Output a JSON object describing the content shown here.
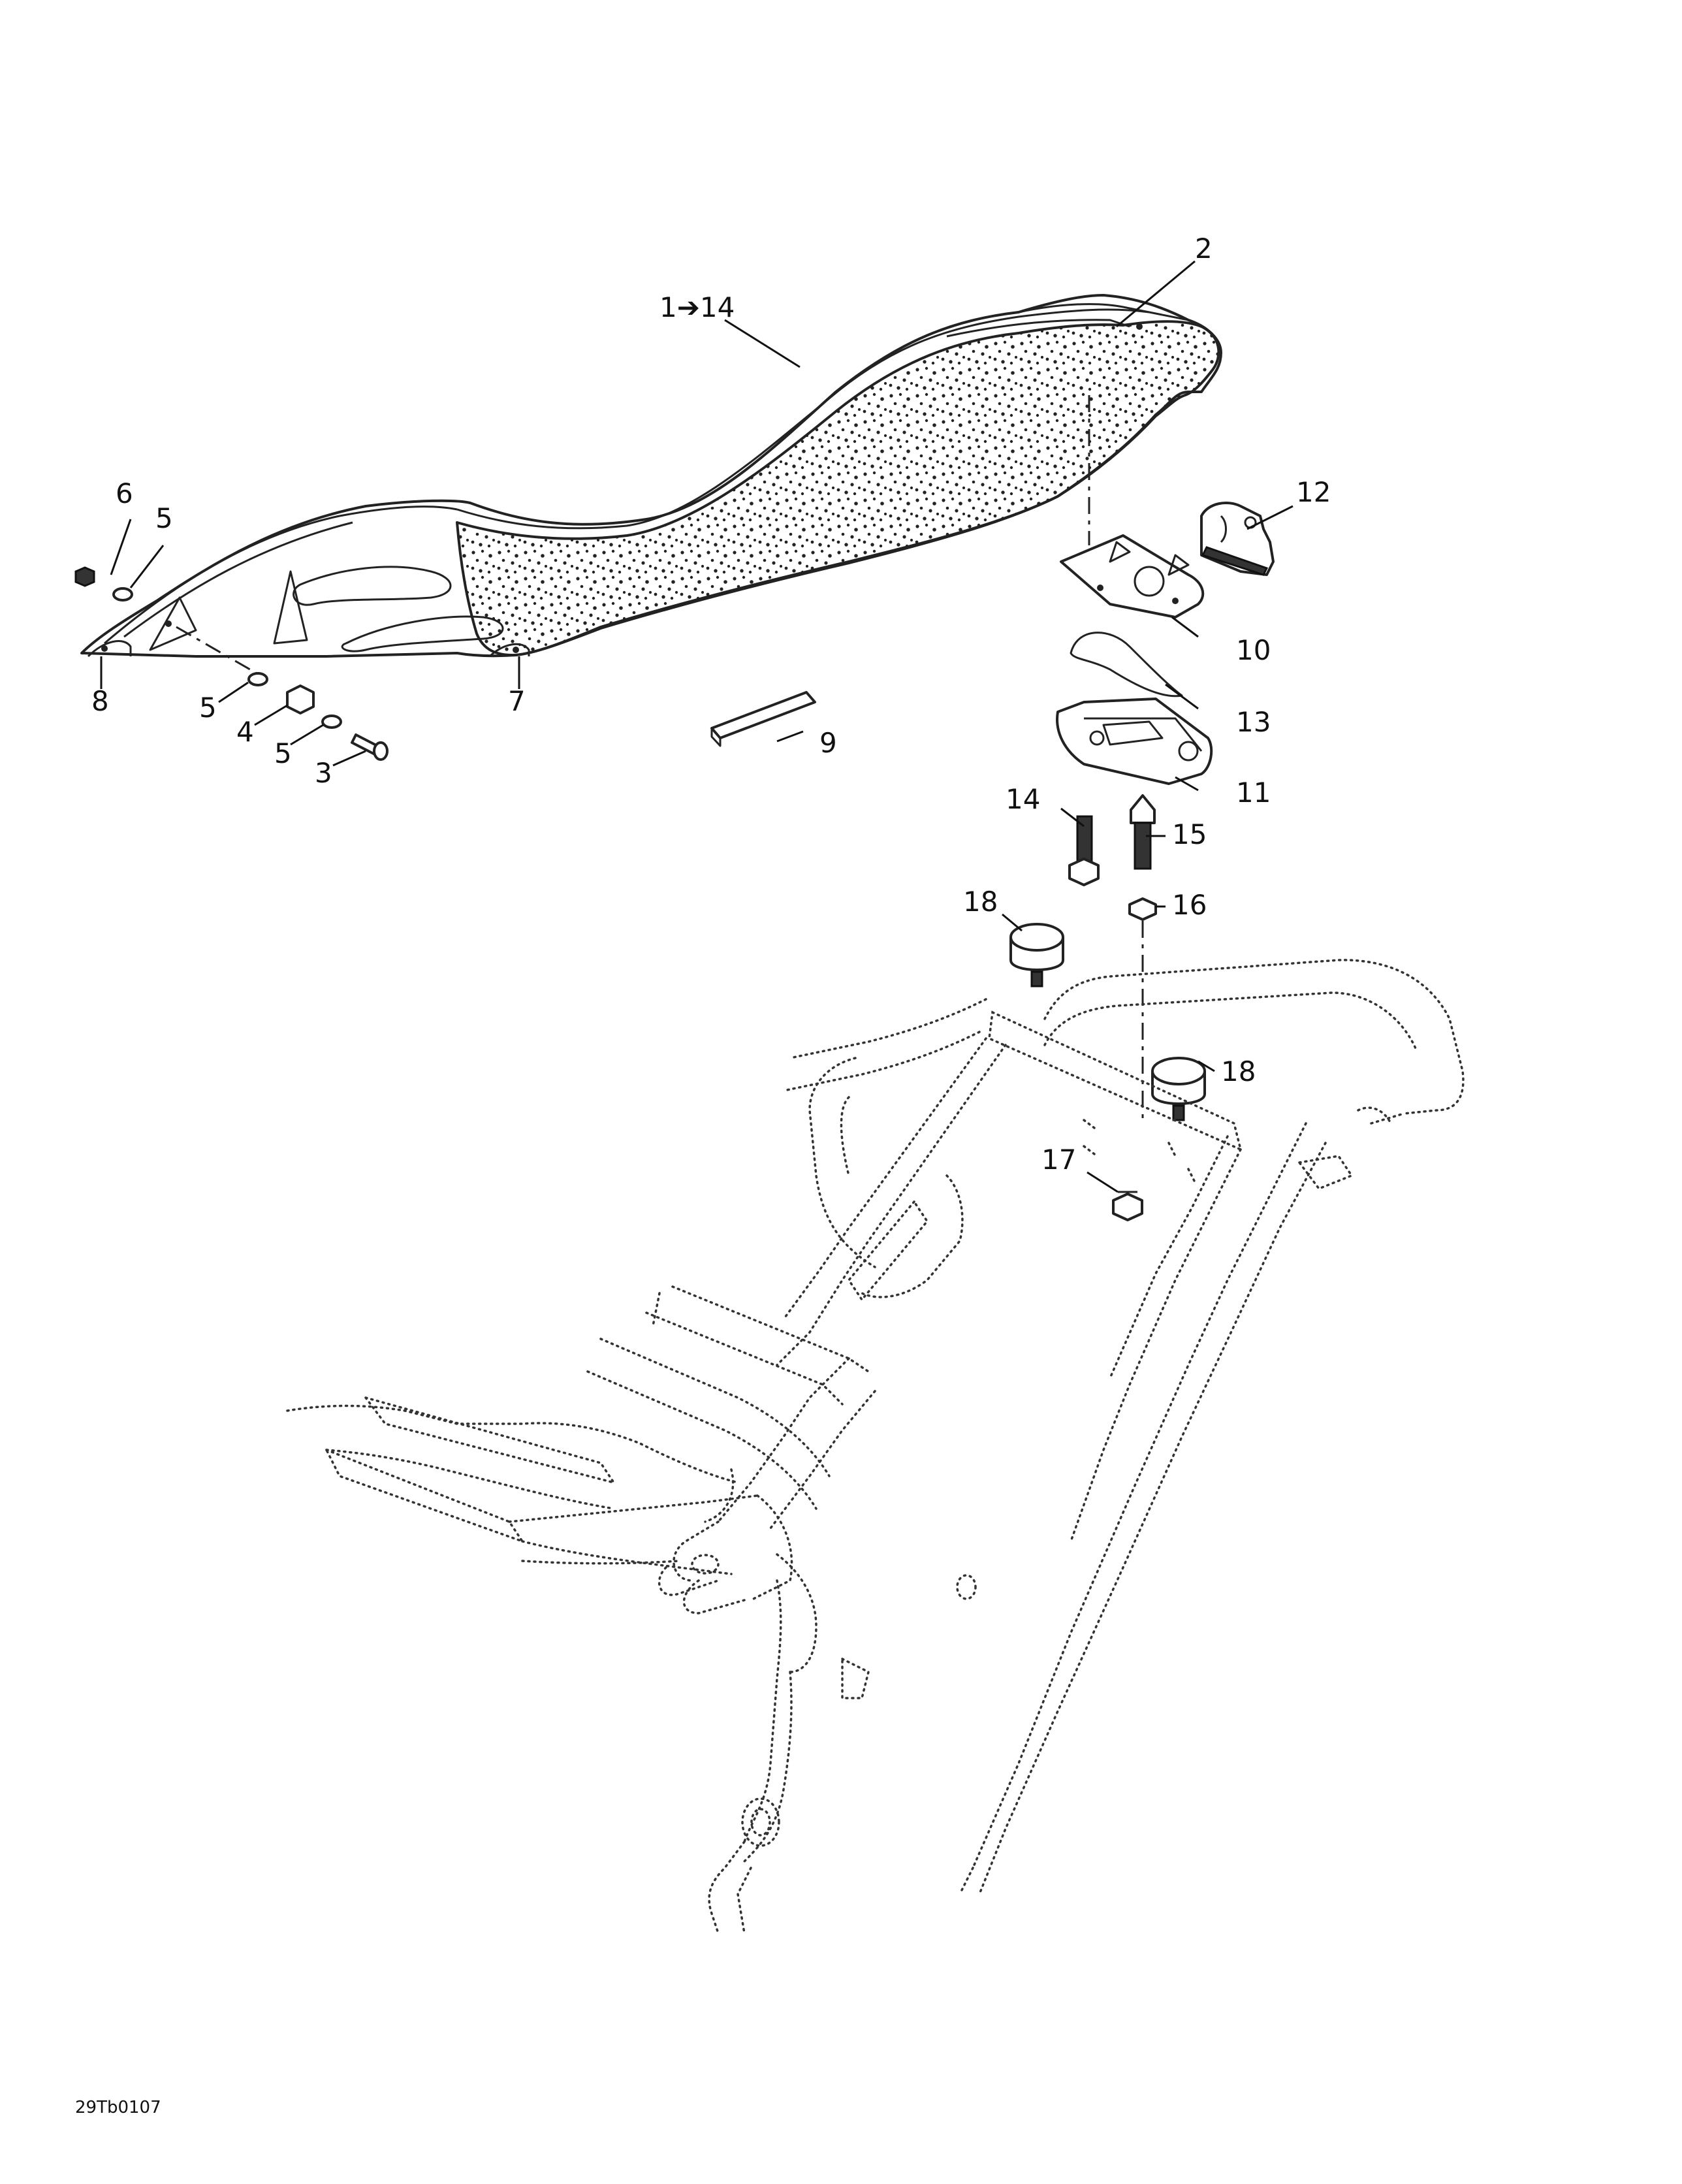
{
  "diagram": {
    "drawing_code": "29Tb0107",
    "callouts": {
      "c1": "1➔14",
      "c2": "2",
      "c3": "3",
      "c4": "4",
      "c5a": "5",
      "c5b": "5",
      "c5c": "5",
      "c6": "6",
      "c7": "7",
      "c8": "8",
      "c9": "9",
      "c10": "10",
      "c11": "11",
      "c12": "12",
      "c13": "13",
      "c14": "14",
      "c15": "15",
      "c16": "16",
      "c17": "17",
      "c18a": "18",
      "c18b": "18"
    }
  }
}
